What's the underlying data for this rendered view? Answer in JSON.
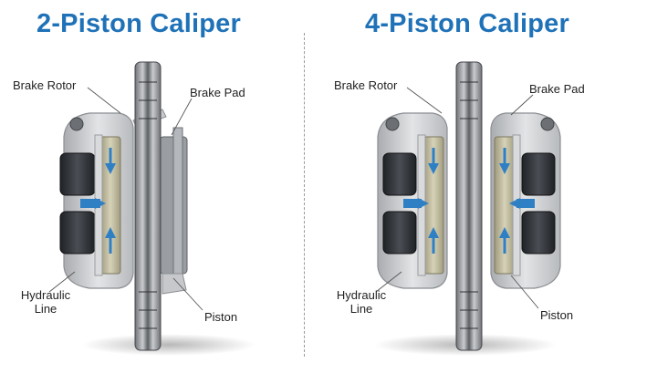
{
  "panels": [
    {
      "title": "2-Piston Caliper",
      "labels": {
        "brake_rotor": "Brake Rotor",
        "brake_pad": "Brake Pad",
        "hydraulic_line_1": "Hydraulic",
        "hydraulic_line_2": "Line",
        "piston": "Piston"
      }
    },
    {
      "title": "4-Piston Caliper",
      "labels": {
        "brake_rotor": "Brake Rotor",
        "brake_pad": "Brake Pad",
        "hydraulic_line_1": "Hydraulic",
        "hydraulic_line_2": "Line",
        "piston": "Piston"
      }
    }
  ],
  "colors": {
    "title": "#1f72b8",
    "arrow": "#2f7fc4",
    "caliper": "#c7c9cc",
    "rotor": "#8a8d91",
    "pad": "#b9b497",
    "piston": "#2e3136"
  }
}
